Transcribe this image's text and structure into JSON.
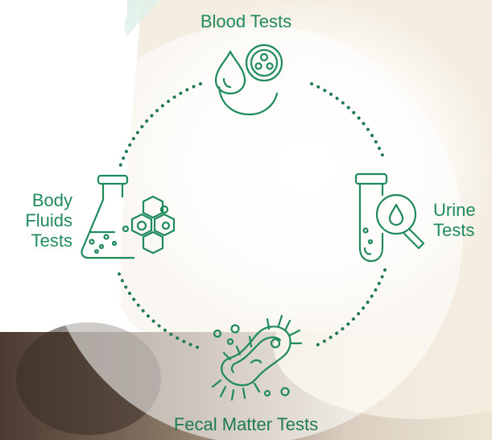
{
  "labels": {
    "top": "Blood Tests",
    "bottom": "Fecal Matter Tests",
    "left": [
      "Body",
      "Fluids",
      "Tests"
    ],
    "right": [
      "Urine",
      "Tests"
    ]
  },
  "icons": {
    "top": "blood-drop-petri-dish-icon",
    "right": "test-tube-magnifier-icon",
    "bottom": "bacteria-icon",
    "left": "flask-molecules-icon"
  },
  "colors": {
    "accent": "#1f8a5c",
    "cream": "#f7f1e6",
    "mint": "#e8f4ef"
  }
}
